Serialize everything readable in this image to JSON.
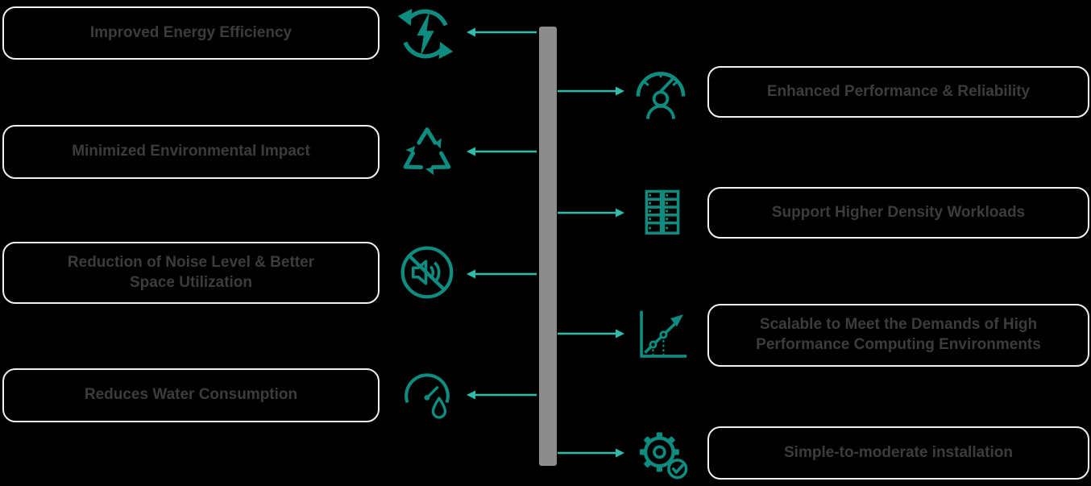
{
  "left_items": [
    {
      "label": "Improved Energy Efficiency",
      "icon": "energy-cycle-icon"
    },
    {
      "label": "Minimized Environmental Impact",
      "icon": "recycle-icon"
    },
    {
      "label": "Reduction of Noise Level & Better Space Utilization",
      "icon": "noise-reduction-icon"
    },
    {
      "label": "Reduces Water Consumption",
      "icon": "water-gauge-icon"
    }
  ],
  "right_items": [
    {
      "label": "Enhanced Performance & Reliability",
      "icon": "performance-gauge-icon"
    },
    {
      "label": "Support Higher Density Workloads",
      "icon": "server-rack-icon"
    },
    {
      "label": "Scalable to Meet the Demands of High Performance Computing Environments",
      "icon": "growth-chart-icon"
    },
    {
      "label": "Simple-to-moderate installation",
      "icon": "gear-check-icon"
    }
  ],
  "colors": {
    "icon_teal": "#0e8c80",
    "arrow_teal": "#2fbcab",
    "bar_gray": "#8c8c8c",
    "box_border": "#f1f1f1",
    "label_text": "#3c3c3c",
    "background": "#000000"
  }
}
